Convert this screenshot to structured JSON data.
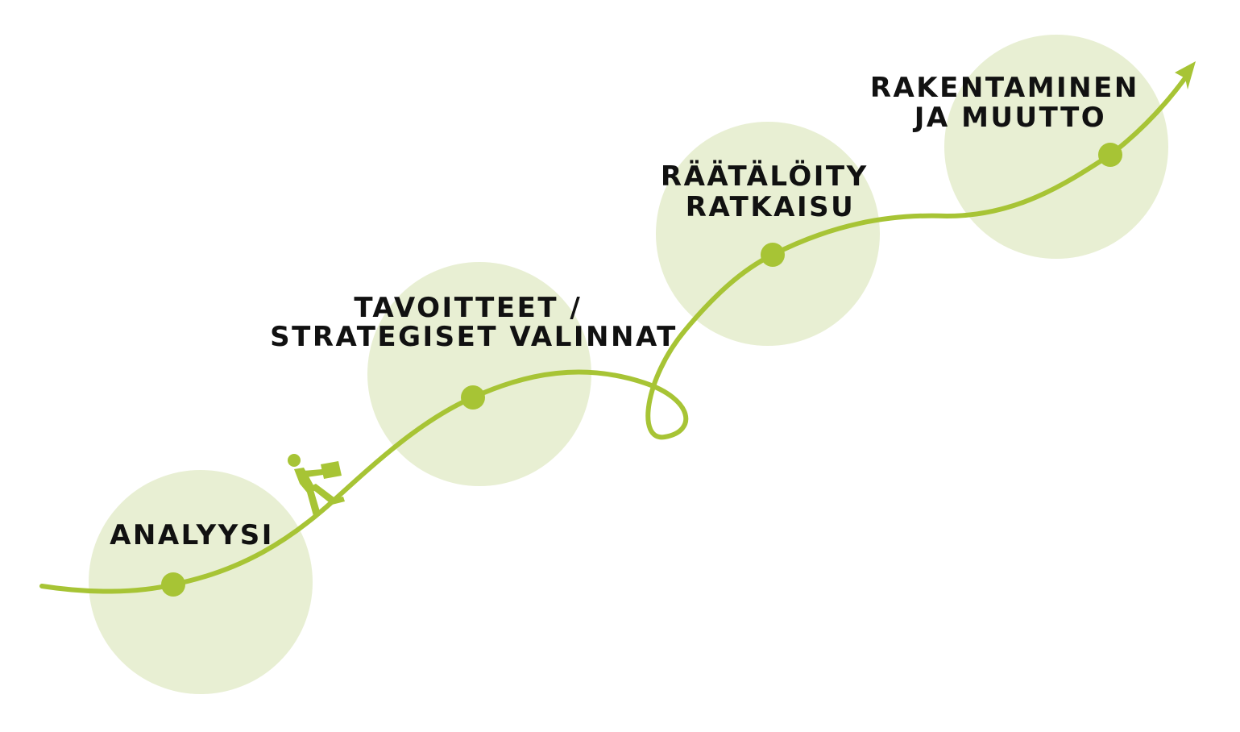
{
  "colors": {
    "path": "#a7c435",
    "circle_fill": "#e8efd3",
    "text": "#111111",
    "background": "#ffffff"
  },
  "icons": {
    "walker": "person-walking-with-briefcase-icon",
    "arrow": "arrow-head-icon"
  },
  "stages": [
    {
      "id": "analyysi",
      "lines": [
        "ANALYYSI"
      ]
    },
    {
      "id": "tavoitteet",
      "lines": [
        "TAVOITTEET /",
        "STRATEGISET VALINNAT"
      ]
    },
    {
      "id": "ratkaisu",
      "lines": [
        "RÄÄTÄLÖITY",
        "RATKAISU"
      ]
    },
    {
      "id": "rakentaminen",
      "lines": [
        "RAKENTAMINEN",
        "JA MUUTTO"
      ]
    }
  ]
}
